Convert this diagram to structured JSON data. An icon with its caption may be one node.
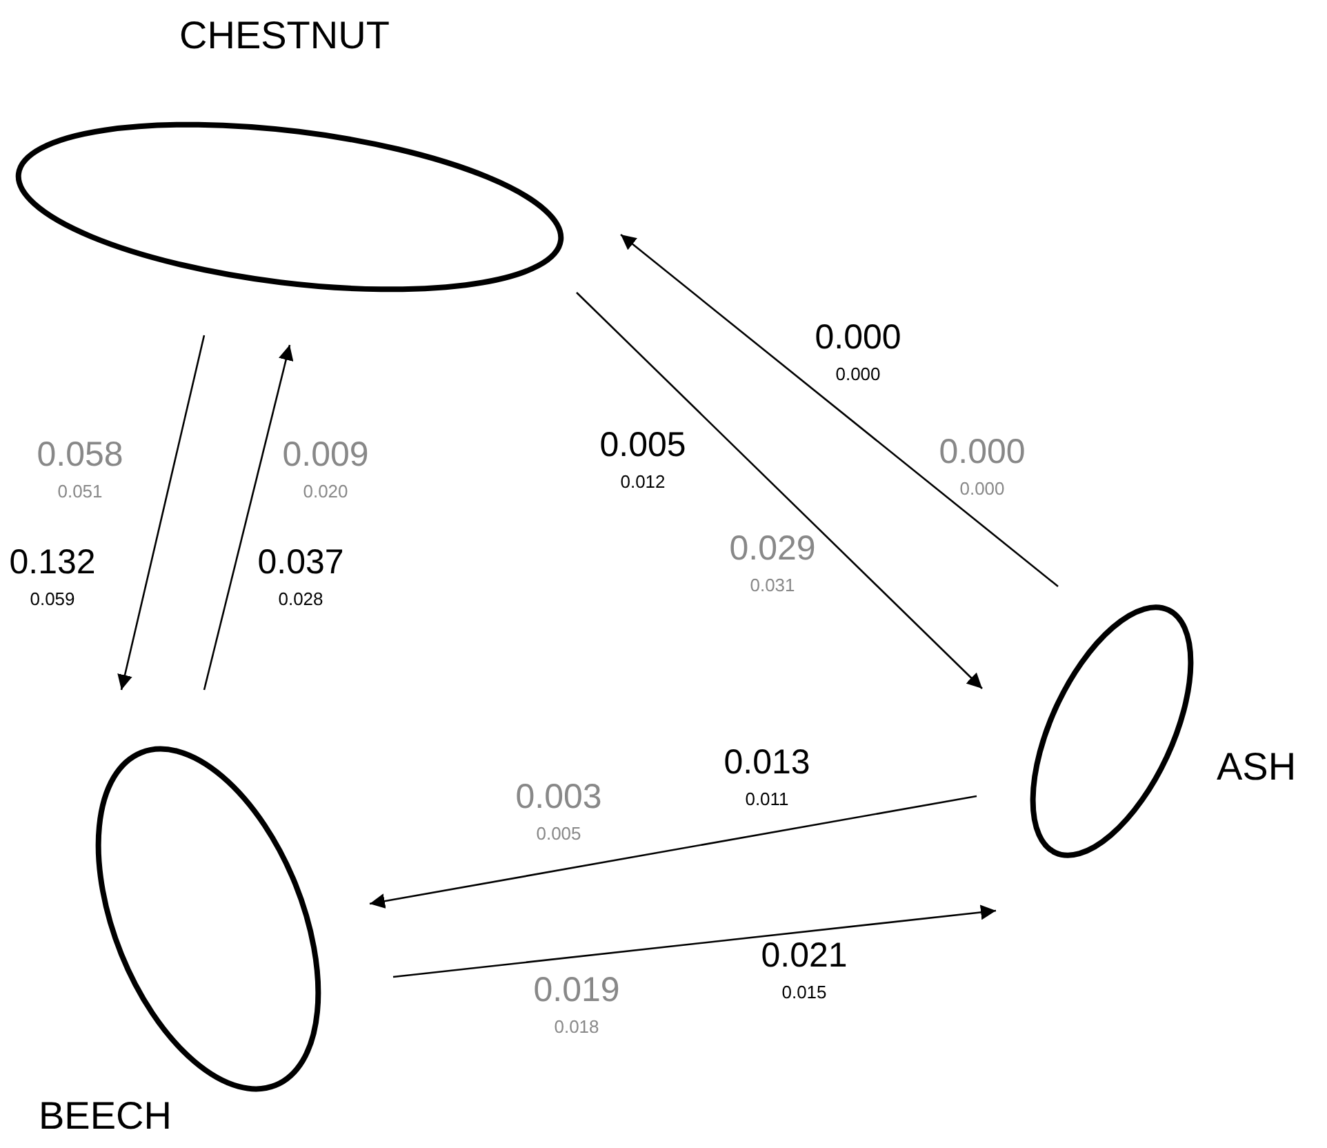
{
  "diagram": {
    "nodes": [
      {
        "text": [
          "CHESTNUT"
        ]
      },
      {
        "text": [
          "ASH"
        ]
      },
      {
        "text": [
          "BEECH"
        ]
      }
    ],
    "edges": [
      {
        "from": 0,
        "to": 2,
        "arrow": "to"
      },
      {
        "from": 2,
        "to": 0,
        "arrow": "to"
      },
      {
        "from": 0,
        "to": 1,
        "arrow": "to"
      },
      {
        "from": 1,
        "to": 0,
        "arrow": "to"
      },
      {
        "from": 1,
        "to": 2,
        "arrow": "to"
      },
      {
        "from": 2,
        "to": 1,
        "arrow": "to"
      }
    ],
    "labels": [
      "0.000",
      "0.000",
      "0.058",
      "0.051",
      "0.009",
      "0.020",
      "0.005",
      "0.012",
      "0.000",
      "0.000",
      "0.029",
      "0.031",
      "0.132",
      "0.059",
      "0.037",
      "0.028",
      "0.013",
      "0.011",
      "0.003",
      "0.005",
      "0.021",
      "0.015",
      "0.019",
      "0.018"
    ]
  }
}
